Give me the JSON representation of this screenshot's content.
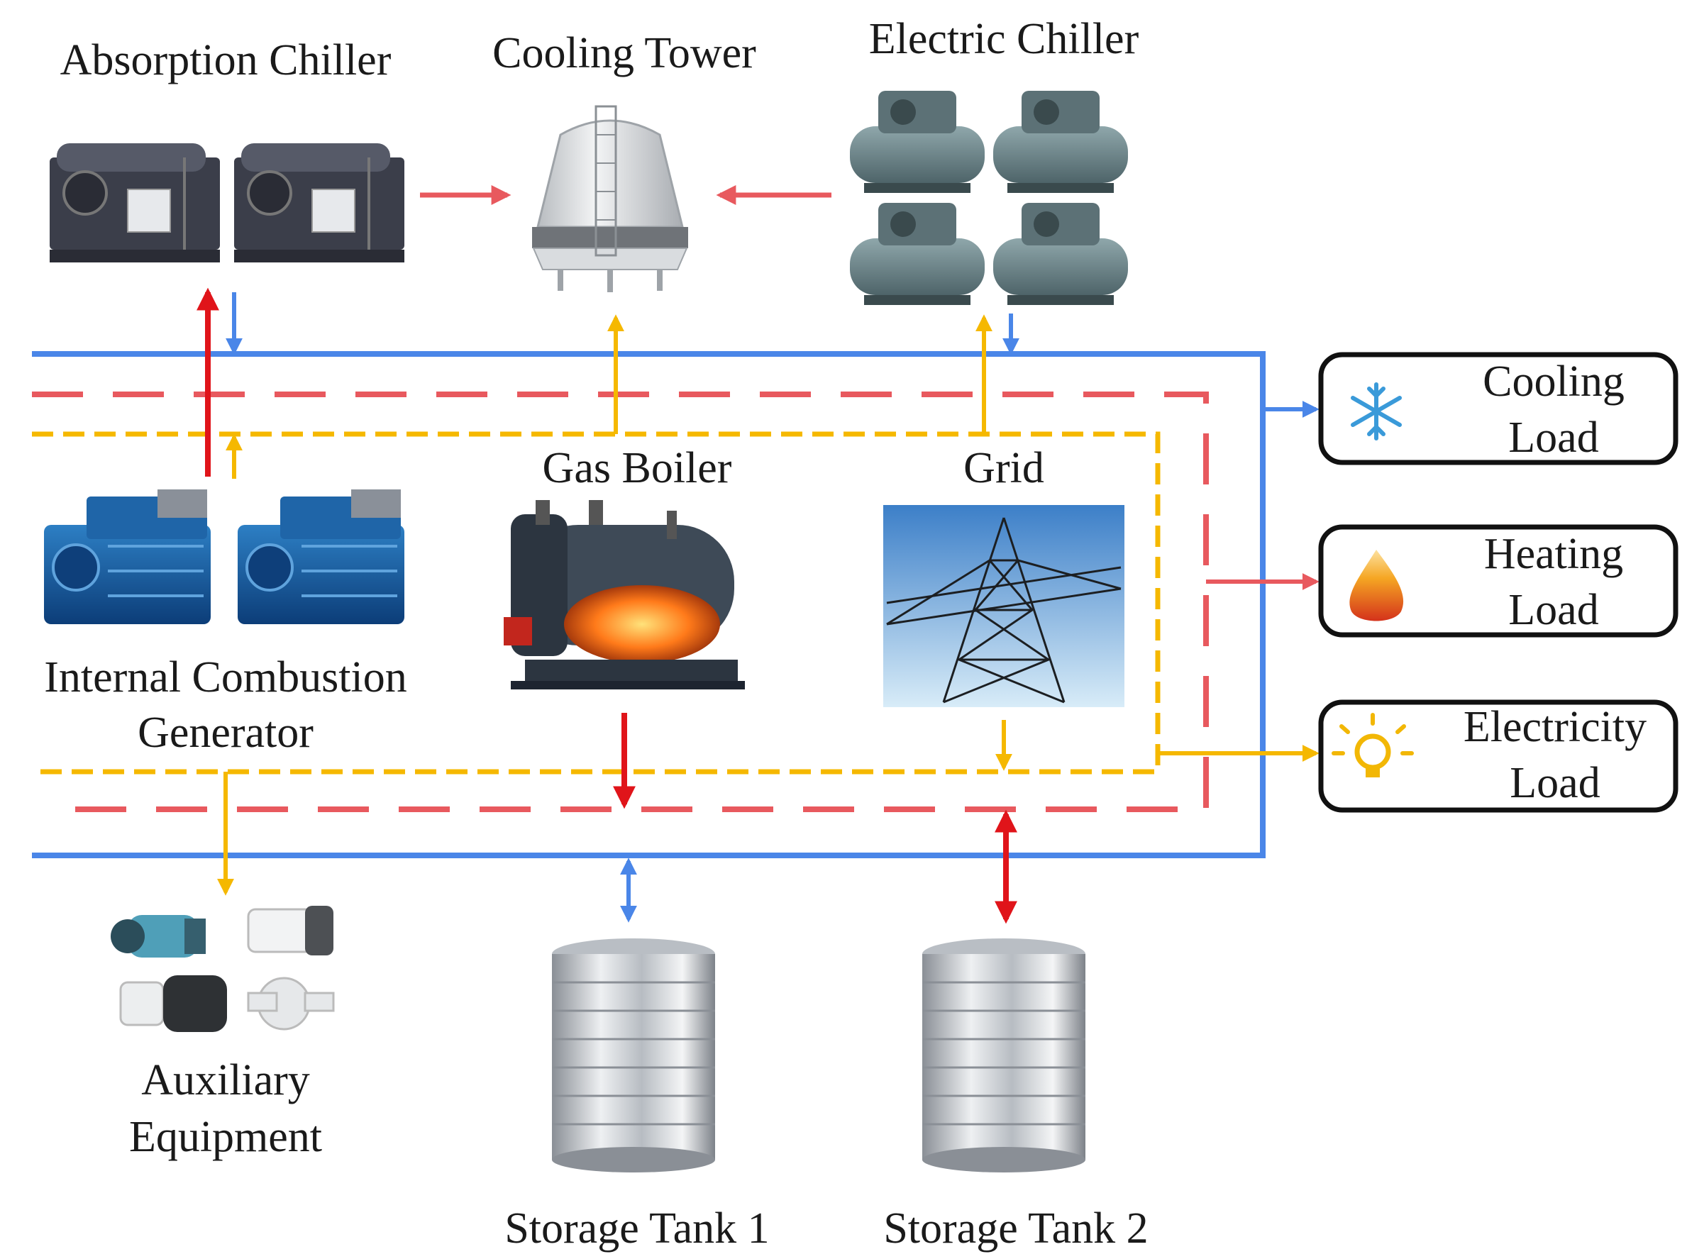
{
  "colors": {
    "cooling": "#4a86e8",
    "heating": "#e8595e",
    "heating_dark": "#e0141a",
    "electricity": "#f5b800"
  },
  "labels": {
    "absorption_chiller": "Absorption Chiller",
    "cooling_tower": "Cooling Tower",
    "electric_chiller": "Electric Chiller",
    "gas_boiler": "Gas Boiler",
    "grid": "Grid",
    "ice_gen_line1": "Internal Combustion",
    "ice_gen_line2": "Generator",
    "aux_line1": "Auxiliary",
    "aux_line2": "Equipment",
    "storage_tank_1": "Storage Tank 1",
    "storage_tank_2": "Storage Tank 2"
  },
  "loads": {
    "cooling": {
      "line1": "Cooling",
      "line2": "Load",
      "icon": "snowflake-icon"
    },
    "heating": {
      "line1": "Heating",
      "line2": "Load",
      "icon": "flame-icon"
    },
    "electricity": {
      "line1": "Electricity",
      "line2": "Load",
      "icon": "lightbulb-icon"
    }
  }
}
